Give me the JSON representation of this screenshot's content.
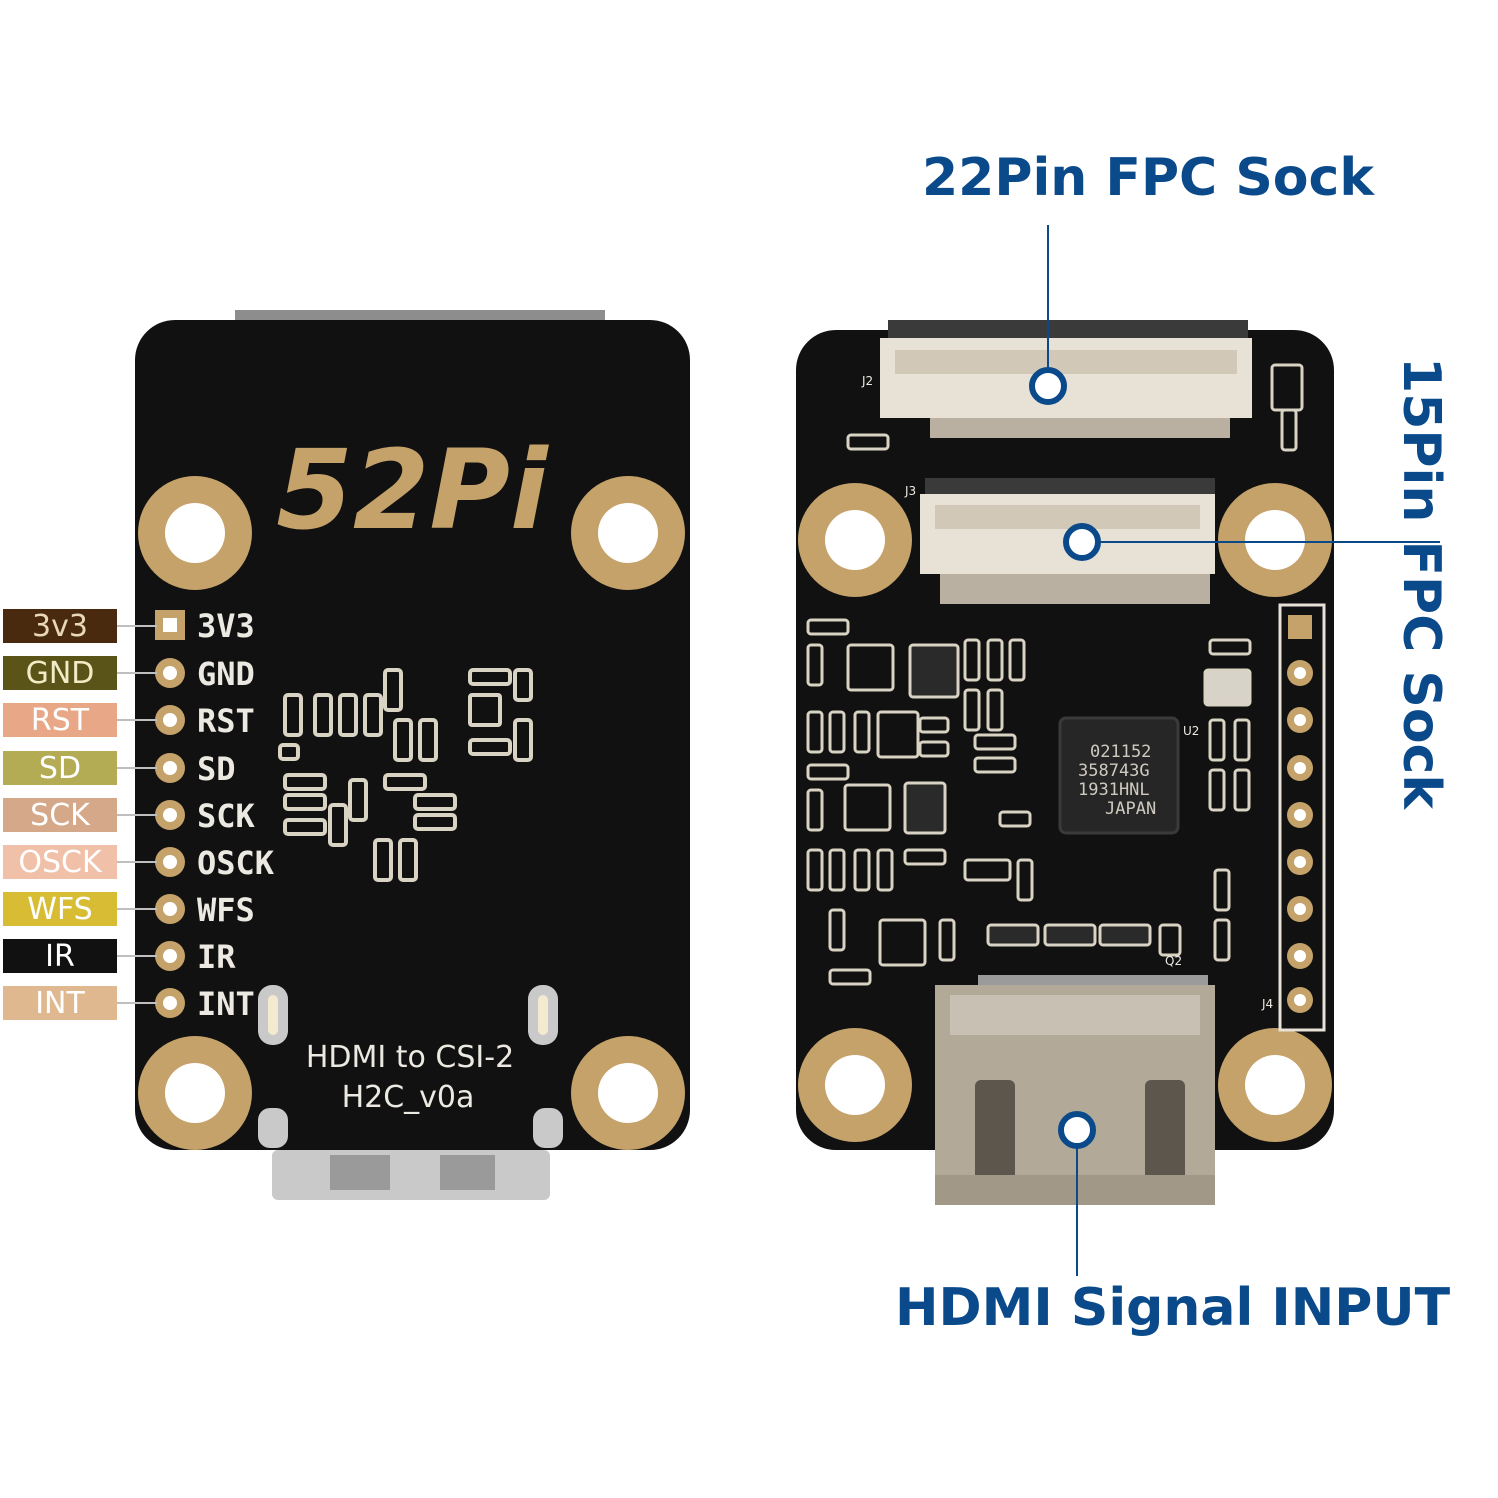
{
  "callouts": {
    "fpc22": "22Pin FPC Sock",
    "fpc15": "15Pin FPC Sock",
    "hdmi": "HDMI Signal INPUT"
  },
  "back_board": {
    "logo": "52Pi",
    "title": "HDMI to CSI-2",
    "version": "H2C_v0a",
    "silk_pins": [
      "3V3",
      "GND",
      "RST",
      "SD",
      "SCK",
      "OSCK",
      "WFS",
      "IR",
      "INT"
    ]
  },
  "pin_legend": [
    {
      "label": "3v3",
      "bg": "#4a2a0e",
      "fg": "#e8d8b8"
    },
    {
      "label": "GND",
      "bg": "#5a5418",
      "fg": "#f2ecc6"
    },
    {
      "label": "RST",
      "bg": "#e8a888",
      "fg": "#ffffff"
    },
    {
      "label": "SD",
      "bg": "#b4ac54",
      "fg": "#ffffff"
    },
    {
      "label": "SCK",
      "bg": "#d4a888",
      "fg": "#ffffff"
    },
    {
      "label": "OSCK",
      "bg": "#f0c0a8",
      "fg": "#ffffff"
    },
    {
      "label": "WFS",
      "bg": "#d8bc34",
      "fg": "#ffffff"
    },
    {
      "label": "IR",
      "bg": "#111111",
      "fg": "#ffffff"
    },
    {
      "label": "INT",
      "bg": "#e0b890",
      "fg": "#ffffff"
    }
  ],
  "front_board": {
    "chip_lines": [
      "021152",
      "358743G",
      "1931HNL",
      "JAPAN"
    ],
    "ref_labels": [
      "J2",
      "J3",
      "U2",
      "J4",
      "Q2"
    ]
  },
  "colors": {
    "callout": "#0b4a8a",
    "pcb": "#111111",
    "gold": "#c4a26a",
    "silk": "#ece9e2"
  }
}
